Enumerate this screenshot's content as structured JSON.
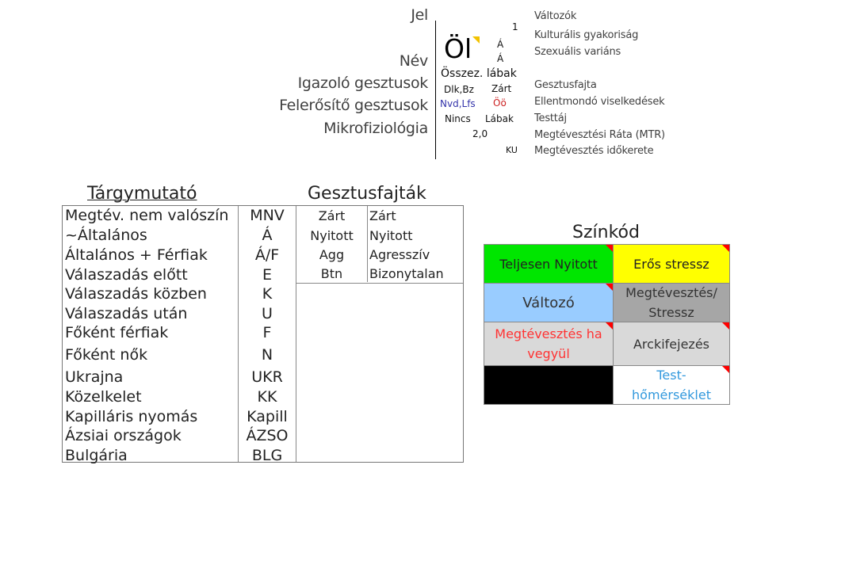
{
  "key": {
    "left_labels": [
      "Jel",
      "Név",
      "Igazoló gesztusok",
      "Felerősítő gesztusok",
      "Mikrofiziológia"
    ],
    "symbol_sample": {
      "number": "1",
      "big": "Öl",
      "a1": "Á",
      "a2": "Á",
      "name": "Összez. lábak",
      "confirm_left": "Dlk,Bz",
      "confirm_right": "Zárt",
      "amplify_left": "Nvd,Lfs",
      "amplify_right": "Öö",
      "micro_left": "Nincs",
      "micro_right": "Lábak",
      "mtr": "2,0",
      "timeframe": "KU"
    },
    "right_labels": [
      "Változók",
      "Kulturális gyakoriság",
      "Szexuális variáns",
      "Gesztusfajta",
      "Ellentmondó viselkedések",
      "Testtáj",
      "Megtévesztési Ráta (MTR)",
      "Megtévesztés időkerete"
    ],
    "colors": {
      "blue_text": "#3333aa",
      "red_text": "#cc2222",
      "corner": "#f2c200"
    }
  },
  "index": {
    "title": "Tárgymutató",
    "rows": [
      {
        "label": "Megtév. nem valószín",
        "code": "MNV"
      },
      {
        "label": "~Általános",
        "code": "Á"
      },
      {
        "label": "Általános + Férfiak",
        "code": "Á/F"
      },
      {
        "label": "Válaszadás előtt",
        "code": "E"
      },
      {
        "label": "Válaszadás közben",
        "code": "K"
      },
      {
        "label": "Válaszadás után",
        "code": "U"
      },
      {
        "label": "Főként férfiak",
        "code": "F"
      },
      {
        "label": "Főként nők",
        "code": "N"
      },
      {
        "label": "Ukrajna",
        "code": "UKR"
      },
      {
        "label": "Közelkelet",
        "code": "KK"
      },
      {
        "label": "Kapilláris nyomás",
        "code": "Kapill"
      },
      {
        "label": "Ázsiai országok",
        "code": "ÁZSO"
      },
      {
        "label": "Bulgária",
        "code": "BLG"
      }
    ]
  },
  "gestures": {
    "title": "Gesztusfajták",
    "rows": [
      {
        "abbr": "Zárt",
        "full": "Zárt"
      },
      {
        "abbr": "Nyitott",
        "full": "Nyitott"
      },
      {
        "abbr": "Agg",
        "full": "Agresszív"
      },
      {
        "abbr": "Btn",
        "full": "Bizonytalan"
      }
    ]
  },
  "colorcode": {
    "title": "Színkód",
    "cells": [
      {
        "text": "Teljesen Nyitott",
        "bg": "#00e600",
        "fg": "#222222"
      },
      {
        "text": "Erős stressz",
        "bg": "#ffff00",
        "fg": "#222222"
      },
      {
        "text": "Változó",
        "bg": "#99ccff",
        "fg": "#333333"
      },
      {
        "text": "Megtévesztés/ Stressz",
        "bg": "#a6a6a6",
        "fg": "#333333"
      },
      {
        "text": "Megtévesztés ha vegyül",
        "bg": "#d9d9d9",
        "fg": "#ff3333"
      },
      {
        "text": "Arckifejezés",
        "bg": "#d9d9d9",
        "fg": "#333333"
      },
      {
        "text": "",
        "bg": "#000000",
        "fg": "#ffffff"
      },
      {
        "text": "Test- hőmérséklet",
        "bg": "#ffffff",
        "fg": "#3399dd"
      }
    ]
  }
}
